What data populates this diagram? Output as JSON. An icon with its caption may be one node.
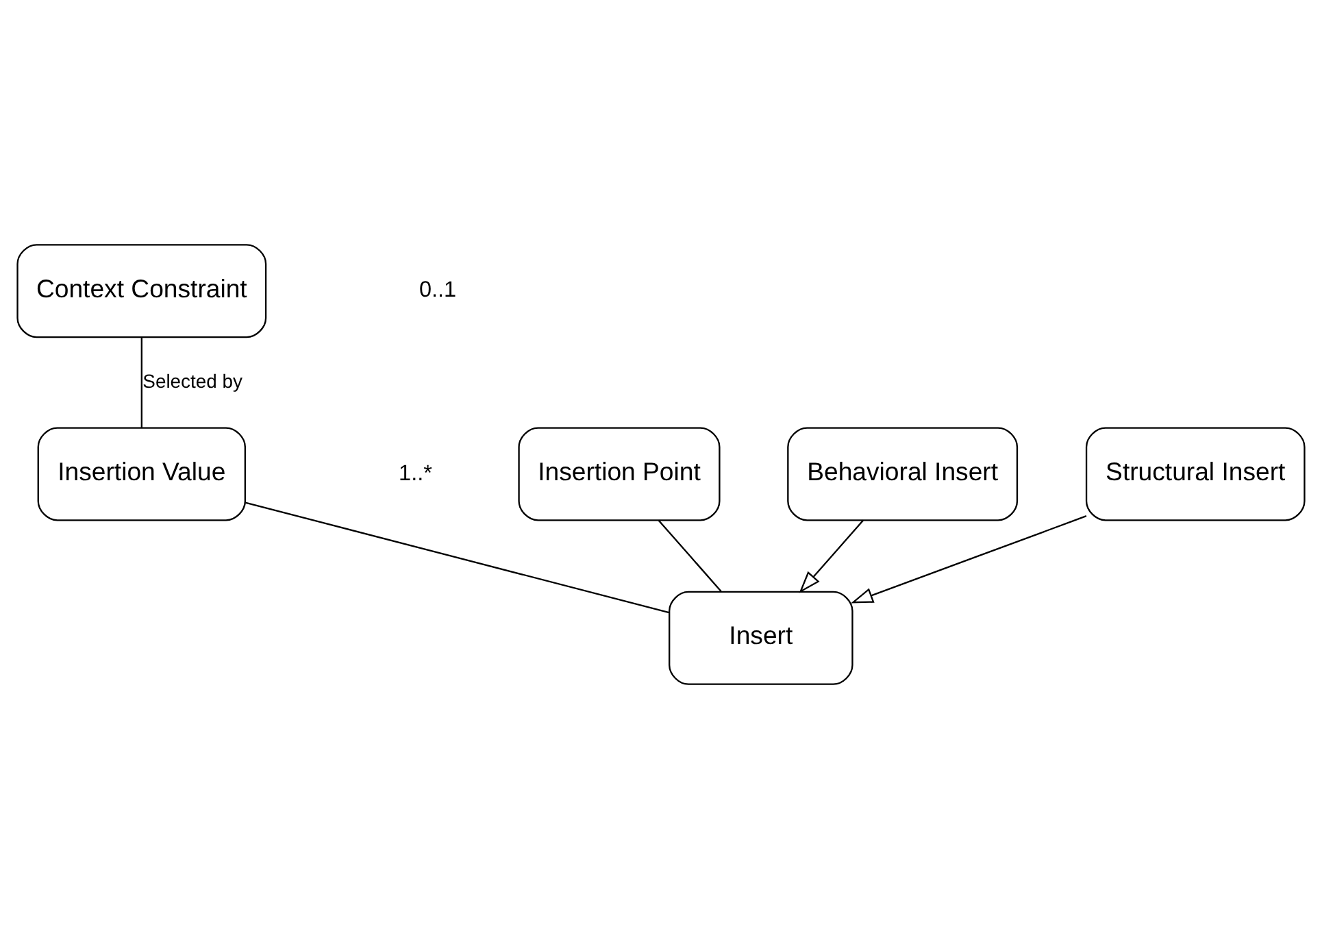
{
  "diagram": {
    "nodes": [
      {
        "text": [
          "Context Constraint"
        ]
      },
      {
        "text": [
          "Insertion Value"
        ]
      },
      {
        "text": [
          "Insertion Point"
        ]
      },
      {
        "text": [
          "Insert"
        ]
      },
      {
        "text": [
          "Behavioral Insert"
        ]
      },
      {
        "text": [
          "Structural Insert"
        ]
      }
    ],
    "edges": [
      {
        "from": 0,
        "to": 1,
        "arrow": "none",
        "label": "Selected by"
      },
      {
        "from": 1,
        "to": 3,
        "arrow": "none"
      },
      {
        "from": 2,
        "to": 3,
        "arrow": "none"
      },
      {
        "from": 4,
        "to": 3,
        "arrow": "to"
      },
      {
        "from": 5,
        "to": 3,
        "arrow": "to"
      }
    ],
    "labels": [
      "0..1",
      "1..*"
    ]
  }
}
